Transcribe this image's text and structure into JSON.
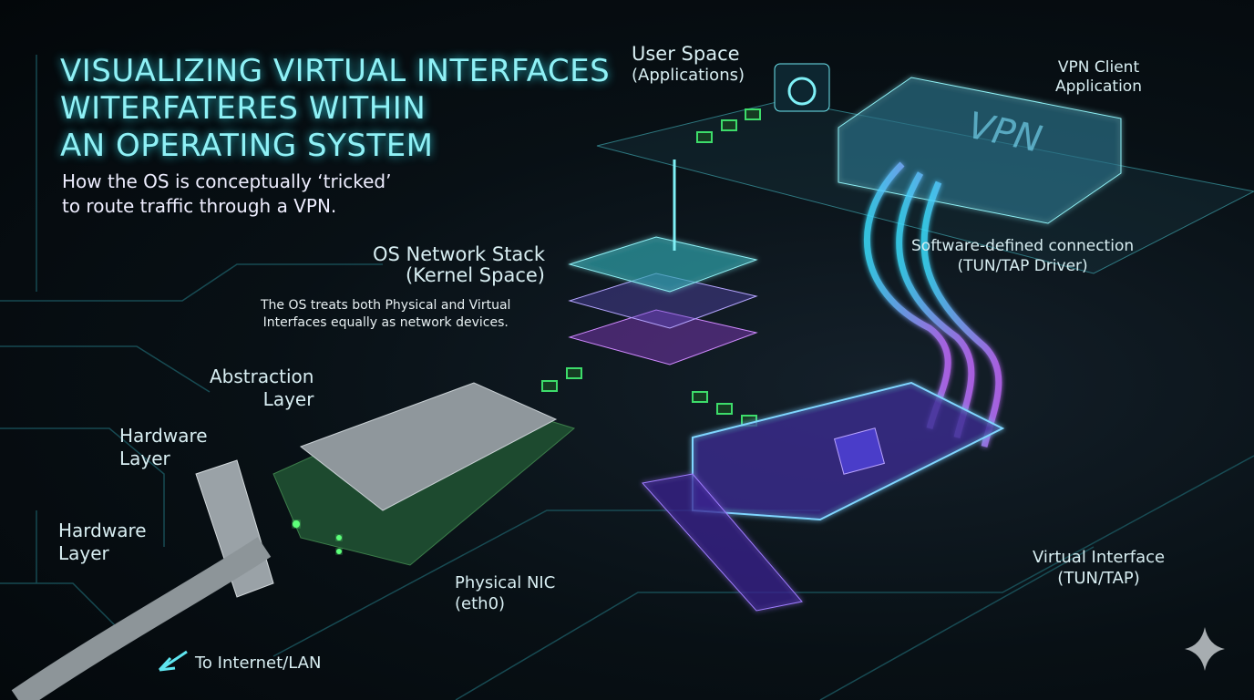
{
  "title": {
    "lines": [
      "VISUALIZING VIRTUAL INTERFACES",
      "WITERFATERES WITHIN",
      "AN OPERATING SYSTEM"
    ],
    "subtitle_lines": [
      "How the OS is conceptually ‘tricked’",
      "to route traffic through a VPN."
    ]
  },
  "labels": {
    "user_space": [
      "User Space",
      "(Applications)"
    ],
    "vpn_client": [
      "VPN Client",
      "Application"
    ],
    "vpn_box_text": "VPN",
    "os_stack": [
      "OS Network Stack",
      "(Kernel Space)"
    ],
    "os_note": [
      "The OS treats both Physical and Virtual",
      "Interfaces equally as network devices."
    ],
    "software_conn": [
      "Software-defined connection",
      "(TUN/TAP Driver)"
    ],
    "abstraction": [
      "Abstraction",
      "Layer"
    ],
    "hardware_1": [
      "Hardware",
      "Layer"
    ],
    "hardware_2": [
      "Hardware",
      "Layer"
    ],
    "physical_nic": [
      "Physical NIC",
      "(eth0)"
    ],
    "virtual_if": [
      "Virtual Interface",
      "(TUN/TAP)"
    ],
    "internet": "To Internet/LAN"
  },
  "colors": {
    "accent_cyan": "#5fe6f0",
    "accent_purple": "#b36bff",
    "packet_green": "#3ddc6a"
  }
}
